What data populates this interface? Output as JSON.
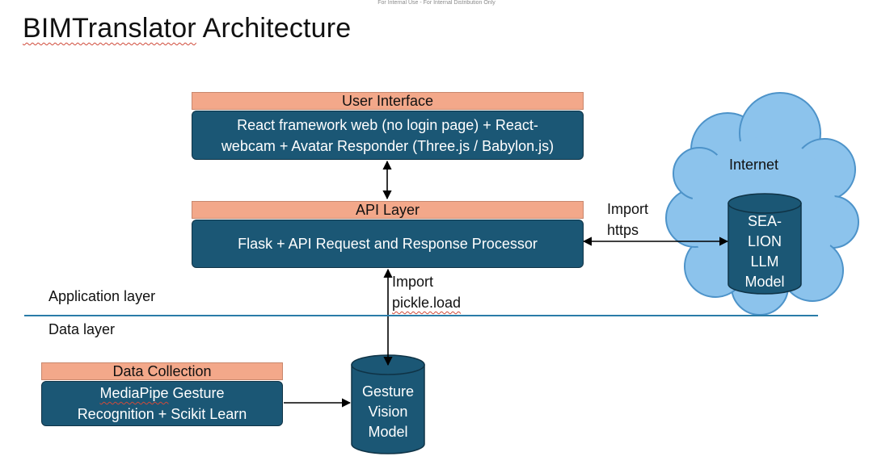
{
  "watermark": "For Internal Use - For Internal Distribution Only",
  "title": {
    "word1": "BIMTranslator",
    "word2": " Architecture"
  },
  "user_interface": {
    "label": "User Interface",
    "line1": "React framework web (no login page) + React-",
    "line2": "webcam + Avatar Responder (Three.js / Babylon.js)"
  },
  "api_layer": {
    "label": "API Layer",
    "text": "Flask + API Request and Response Processor"
  },
  "internet": {
    "label": "Internet",
    "cylinder": [
      "SEA-",
      "LION",
      "LLM",
      "Model"
    ]
  },
  "import_https": [
    "Import",
    "https"
  ],
  "import_pickle": [
    "Import",
    "pickle.load"
  ],
  "layers": {
    "application": "Application layer",
    "data": "Data layer"
  },
  "data_collection": {
    "label": "Data Collection",
    "line1_a": "MediaPipe",
    "line1_b": " Gesture",
    "line2": "Recognition + Scikit Learn"
  },
  "gesture_model": [
    "Gesture",
    "Vision",
    "Model"
  ],
  "colors": {
    "box_fill": "#1b5775",
    "label_fill": "#f3a88a",
    "cloud_fill": "#8cc3ec",
    "divider": "#2a7ca8"
  }
}
